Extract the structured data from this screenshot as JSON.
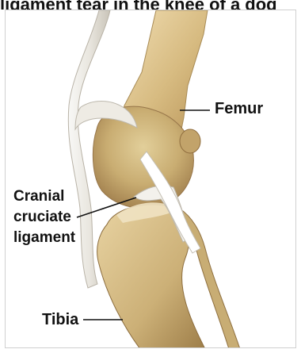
{
  "partial_caption": "ligament tear in the knee of a dog",
  "labels": {
    "femur": "Femur",
    "cruciate_line1": "Cranial",
    "cruciate_line2": "cruciate",
    "cruciate_line3": "ligament",
    "tibia": "Tibia"
  },
  "colors": {
    "background": "#ffffff",
    "bone": "#d8c28c",
    "ligament": "#e9e6df",
    "text": "#111111"
  }
}
